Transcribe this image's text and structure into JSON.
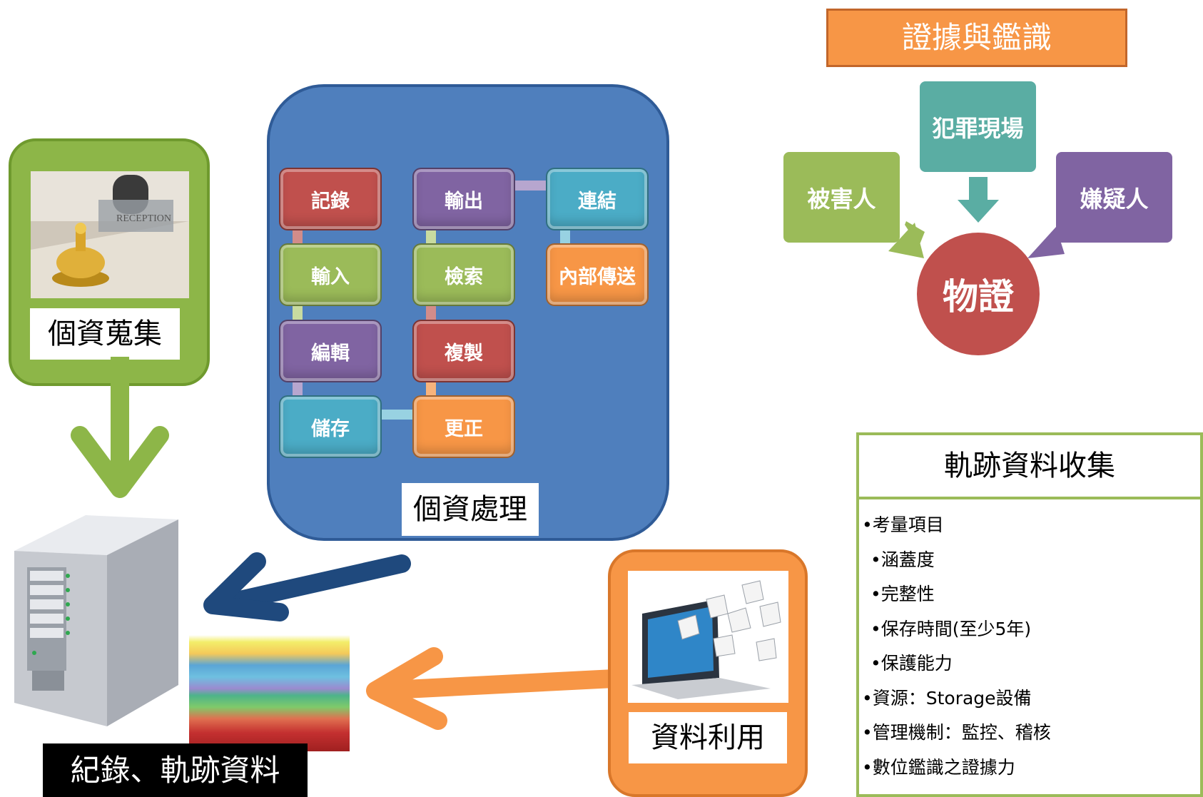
{
  "collection": {
    "label": "個資蒐集"
  },
  "processing": {
    "label": "個資處理",
    "steps": {
      "record": "記錄",
      "output": "輸出",
      "link": "連結",
      "input": "輸入",
      "search": "檢索",
      "internal_transfer": "內部傳送",
      "edit": "編輯",
      "copy": "複製",
      "store": "儲存",
      "correct": "更正"
    }
  },
  "records": {
    "label": "紀錄、軌跡資料"
  },
  "usage": {
    "label": "資料利用"
  },
  "forensics": {
    "title": "證據與鑑識",
    "crime_scene": "犯罪現場",
    "victim": "被害人",
    "suspect": "嫌疑人",
    "physical_evidence": "物證"
  },
  "trace_collection": {
    "title": "軌跡資料收集",
    "items": [
      {
        "text": "•考量項目",
        "level": 1
      },
      {
        "text": "•涵蓋度",
        "level": 2
      },
      {
        "text": "•完整性",
        "level": 2
      },
      {
        "text": "•保存時間(至少5年)",
        "level": 2
      },
      {
        "text": "•保護能力",
        "level": 2
      },
      {
        "text": "•資源：Storage設備",
        "level": 1
      },
      {
        "text": "•管理機制：監控、稽核",
        "level": 1
      },
      {
        "text": "•數位鑑識之證據力",
        "level": 1
      }
    ]
  },
  "colors": {
    "green": "#9bbb59",
    "blue": "#4f7fbd",
    "orange": "#f79646",
    "red": "#c0504d",
    "purple": "#8064a2",
    "teal": "#4bacc6",
    "navy_arrow": "#1f497d"
  }
}
